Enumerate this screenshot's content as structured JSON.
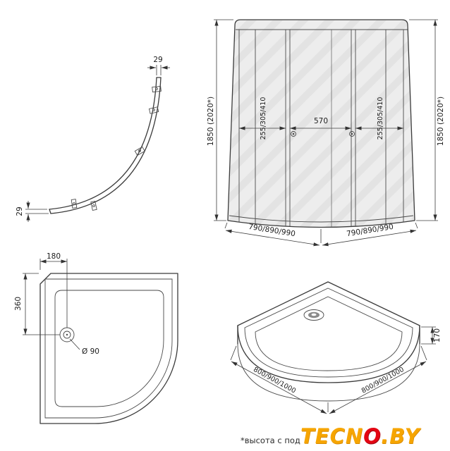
{
  "views": {
    "profile": {
      "title": "curved glass profile top view",
      "dim_width_top": "29",
      "dim_width_left": "29"
    },
    "front": {
      "title": "enclosure front view",
      "dim_height_left": "1850 (2020*)",
      "dim_height_right": "1850 (2020*)",
      "dim_panel_left": "255/305/410",
      "dim_center": "570",
      "dim_panel_right": "255/305/410",
      "dim_base_left": "790/890/990",
      "dim_base_right": "790/890/990"
    },
    "tray_plan": {
      "title": "shower tray plan view",
      "dim_offset_x": "180",
      "dim_offset_y": "360",
      "dim_drain": "Ø 90"
    },
    "tray_iso": {
      "title": "shower tray 3d view",
      "dim_height": "170",
      "dim_side_left": "800/900/1000",
      "dim_side_right": "800/900/1000"
    }
  },
  "footer": {
    "note": "*высота с под",
    "logo": {
      "prefix": "TECN",
      "o": "O",
      "suffix": ".BY"
    }
  },
  "colors": {
    "line": "#3b3b3b",
    "dimension": "#3c3c3c",
    "glass": "#ededed",
    "glass_stripe": "#e3e3e3",
    "logo_orange": "#f6a500",
    "logo_red": "#e30613"
  }
}
